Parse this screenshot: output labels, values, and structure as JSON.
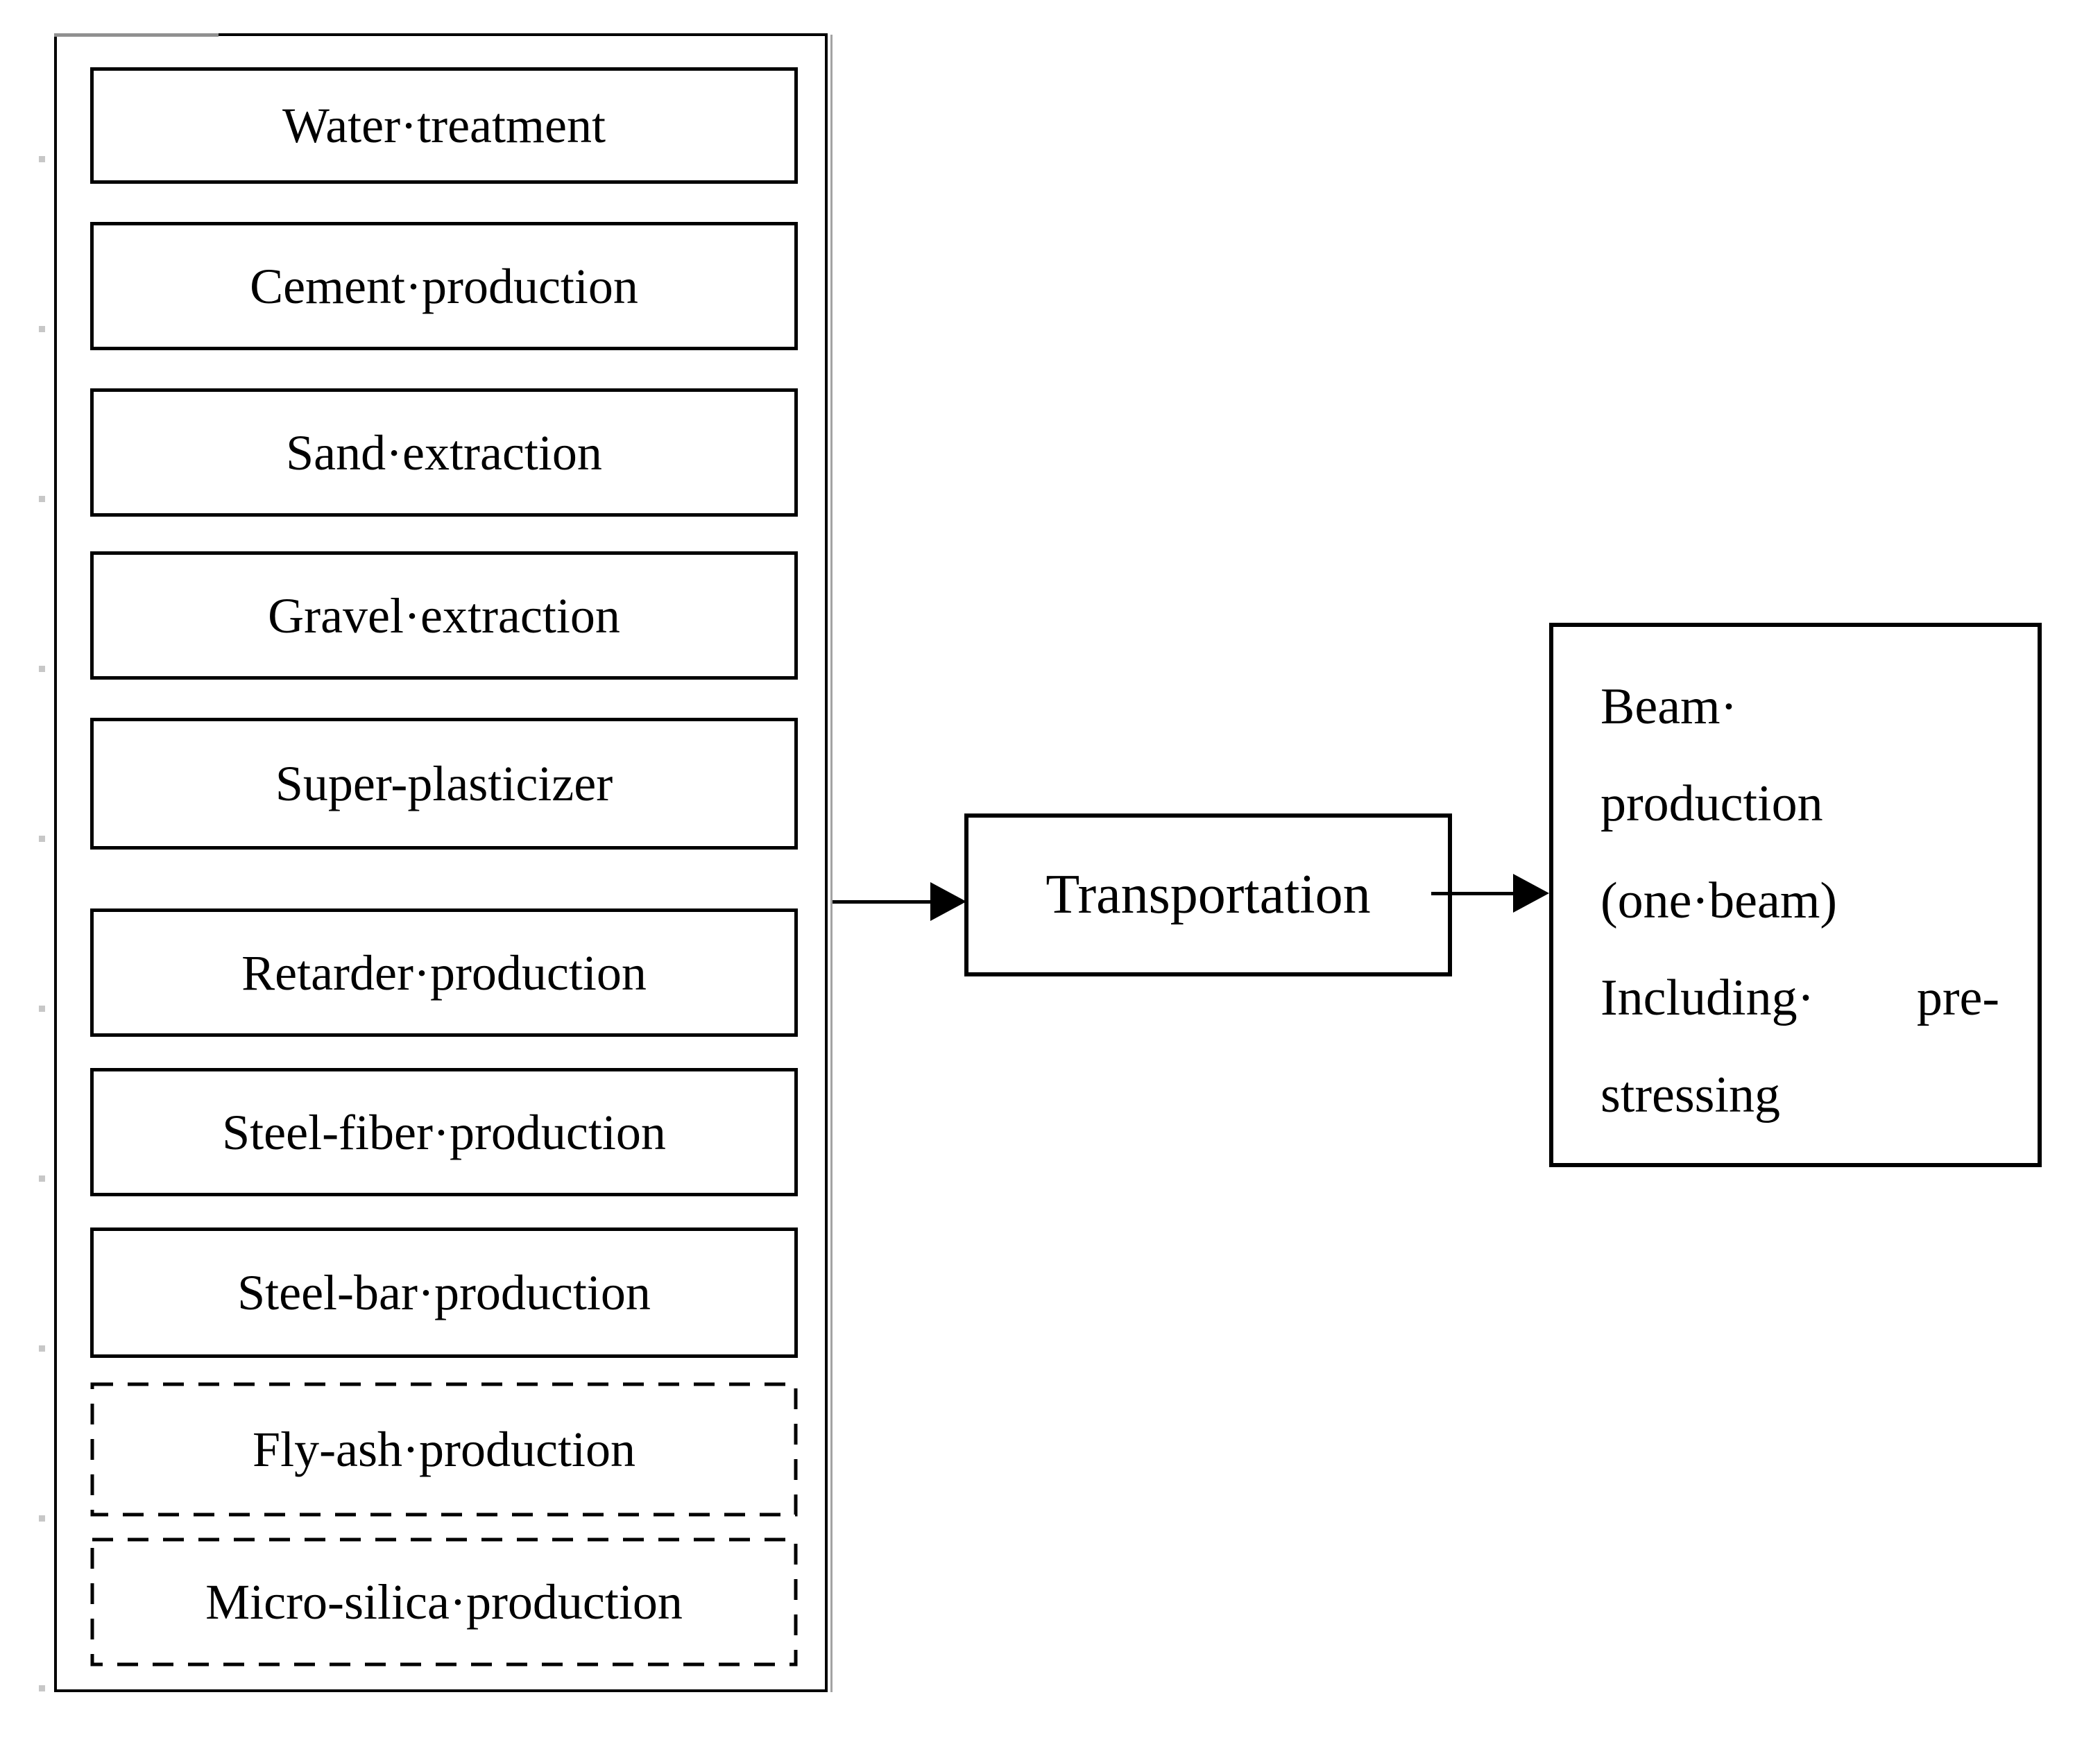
{
  "diagram": {
    "background_color": "#ffffff",
    "line_color": "#000000",
    "artifact_gray": "#a3a3a3",
    "materials_group": {
      "boxes": [
        {
          "label": "Water·treatment",
          "border": "solid"
        },
        {
          "label": "Cement·production",
          "border": "solid"
        },
        {
          "label": "Sand·extraction",
          "border": "solid"
        },
        {
          "label": "Gravel·extraction",
          "border": "solid"
        },
        {
          "label": "Super-plasticizer",
          "border": "solid"
        },
        {
          "label": "Retarder·production",
          "border": "solid"
        },
        {
          "label": "Steel-fiber·production",
          "border": "solid"
        },
        {
          "label": "Steel-bar·production",
          "border": "solid"
        },
        {
          "label": "Fly-ash·production",
          "border": "dashed"
        },
        {
          "label": "Micro-silica·production",
          "border": "dashed"
        }
      ]
    },
    "transportation_box": {
      "label": "Transportation"
    },
    "beam_box": {
      "line1": "Beam·",
      "line2": "production",
      "line3": "(one·beam)",
      "line4_left": "Including·",
      "line4_right": "pre-",
      "line5": "stressing"
    },
    "arrows": [
      {
        "from": "materials-group",
        "to": "transportation"
      },
      {
        "from": "transportation",
        "to": "beam-production"
      }
    ]
  }
}
